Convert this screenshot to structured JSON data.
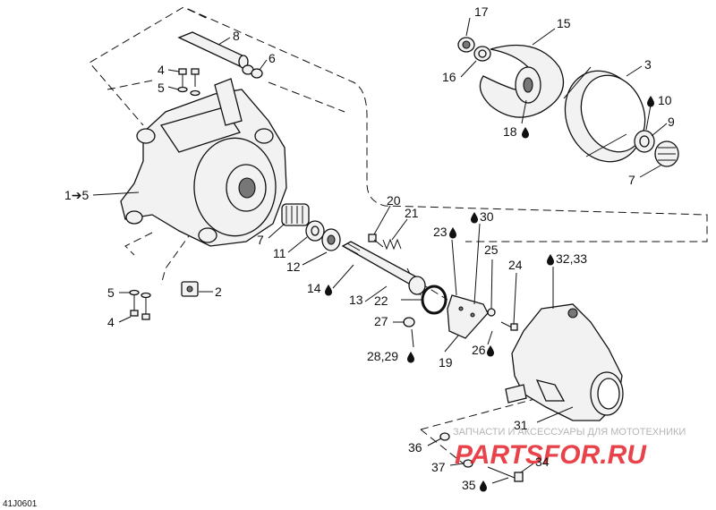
{
  "diagram": {
    "code": "41J0601",
    "labels": {
      "l1_5": "1➔5",
      "l2": "2",
      "l3": "3",
      "l4a": "4",
      "l4b": "4",
      "l5a": "5",
      "l5b": "5",
      "l6": "6",
      "l7a": "7",
      "l7b": "7",
      "l8": "8",
      "l9": "9",
      "l10": "10",
      "l11": "11",
      "l12": "12",
      "l13": "13",
      "l14": "14",
      "l15": "15",
      "l16": "16",
      "l17": "17",
      "l18": "18",
      "l19": "19",
      "l20": "20",
      "l21": "21",
      "l22": "22",
      "l23": "23",
      "l24": "24",
      "l25": "25",
      "l26": "26",
      "l27": "27",
      "l28_29": "28,29",
      "l30": "30",
      "l31": "31",
      "l32_33": "32,33",
      "l34": "34",
      "l35": "35",
      "l36": "36",
      "l37": "37"
    }
  },
  "watermark": {
    "line1": "ЗАПЧАСТИ И АКСЕССУАРЫ ДЛЯ МОТОТЕХНИКИ",
    "line2": "PARTSFOR.RU"
  },
  "colors": {
    "ink": "#111111",
    "watermark_red": "#e31b23",
    "watermark_gray": "#b5b5b5"
  }
}
